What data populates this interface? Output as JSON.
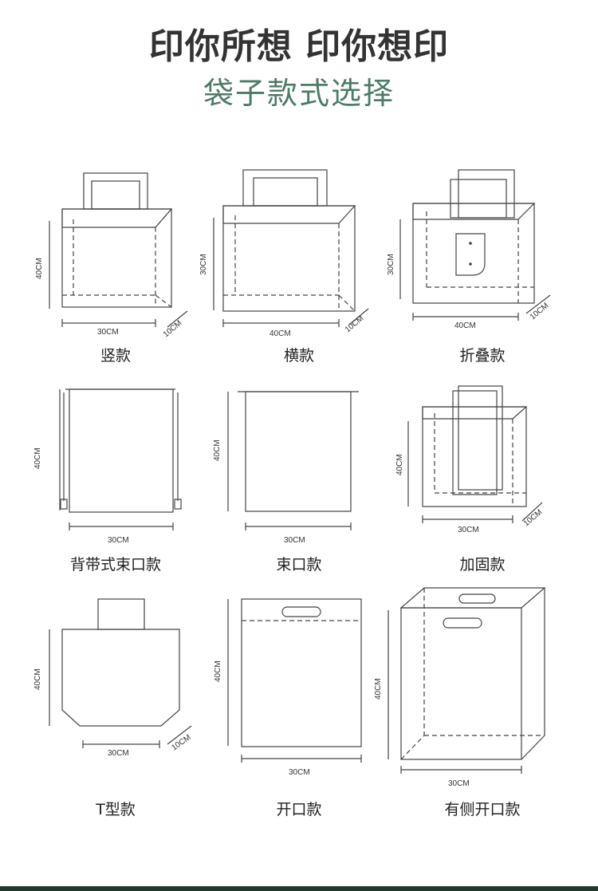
{
  "header": {
    "title": "印你所想 印你想印",
    "subtitle": "袋子款式选择"
  },
  "styles": [
    {
      "name": "竖款",
      "width": "30CM",
      "height": "40CM",
      "depth": "10CM"
    },
    {
      "name": "横款",
      "width": "40CM",
      "height": "30CM",
      "depth": "10CM"
    },
    {
      "name": "折叠款",
      "width": "40CM",
      "height": "30CM",
      "depth": "10CM"
    },
    {
      "name": "背带式束口款",
      "width": "30CM",
      "height": "40CM"
    },
    {
      "name": "束口款",
      "width": "30CM",
      "height": "40CM"
    },
    {
      "name": "加固款",
      "width": "30CM",
      "height": "40CM",
      "depth": "10CM"
    },
    {
      "name": "T型款",
      "width": "30CM",
      "height": "40CM",
      "depth": "10CM"
    },
    {
      "name": "开口款",
      "width": "30CM",
      "height": "40CM"
    },
    {
      "name": "有侧开口款",
      "width": "30CM",
      "height": "40CM"
    }
  ],
  "colors": {
    "title": "#333333",
    "subtitle": "#4e7a67",
    "bottom_bar": "#1f3a2d"
  }
}
